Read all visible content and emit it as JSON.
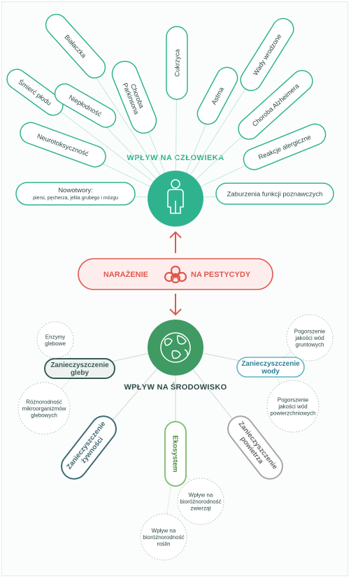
{
  "human": {
    "title": "WPŁYW NA CZŁOWIEKA",
    "effects": [
      {
        "id": "bialaczka",
        "lines": [
          "Białaczka"
        ]
      },
      {
        "id": "smierc-plodu",
        "lines": [
          "Śmierć płodu"
        ]
      },
      {
        "id": "nieplodnosc",
        "lines": [
          "Niepłodność"
        ]
      },
      {
        "id": "parkinson",
        "lines": [
          "Choroba",
          "Parkinsona"
        ]
      },
      {
        "id": "cukrzyca",
        "lines": [
          "Cukrzyca"
        ]
      },
      {
        "id": "astma",
        "lines": [
          "Astma"
        ]
      },
      {
        "id": "wady-wrodzone",
        "lines": [
          "Wady wrodzone"
        ]
      },
      {
        "id": "alzheimer",
        "lines": [
          "Choroba Alzheimera"
        ]
      },
      {
        "id": "neurotoksycznosc",
        "lines": [
          "Neurotoksyczność"
        ]
      },
      {
        "id": "reakcje-alergiczne",
        "lines": [
          "Reakcje alergiczne"
        ]
      },
      {
        "id": "zaburzenia-poznawcze",
        "lines": [
          "Zaburzenia funkcji poznawczych"
        ]
      },
      {
        "id": "nowotwory",
        "lines": [
          "Nowotwory:",
          "piersi, pęcherza, jelita grubego i mózgu"
        ]
      }
    ]
  },
  "center": {
    "left": "NARAŻENIE",
    "right": "NA PESTYCYDY"
  },
  "environment": {
    "title": "WPŁYW NA ŚRODOWISKO",
    "main": [
      {
        "id": "gleba",
        "lines": [
          "Zanieczyszczenie",
          "gleby"
        ]
      },
      {
        "id": "woda",
        "lines": [
          "Zanieczyszczenie",
          "wody"
        ]
      },
      {
        "id": "zywnosc",
        "lines": [
          "Zanieczyszczenie",
          "żywności"
        ]
      },
      {
        "id": "ekosystem",
        "lines": [
          "Ekosystem"
        ]
      },
      {
        "id": "powietrze",
        "lines": [
          "Zanieczyszczenie",
          "powietrza"
        ]
      }
    ],
    "sub": [
      {
        "id": "enzymy",
        "lines": [
          "Enzymy",
          "glebowe"
        ]
      },
      {
        "id": "mikroorganizmy",
        "lines": [
          "Różnorodność",
          "mikroorganizmów",
          "glebowych"
        ]
      },
      {
        "id": "wody-gruntowe",
        "lines": [
          "Pogorszenie",
          "jakości wód",
          "gruntowych"
        ]
      },
      {
        "id": "wody-powierzchniowe",
        "lines": [
          "Pogorszenie",
          "jakości wód",
          "powierzchniowych"
        ]
      },
      {
        "id": "zwierzeta",
        "lines": [
          "Wpływ na",
          "bioróżnorodność",
          "zwierząt"
        ]
      },
      {
        "id": "rosliny",
        "lines": [
          "Wpływ na",
          "bioróżnorodność",
          "roślin"
        ]
      }
    ]
  },
  "colors": {
    "human_green": "#2fb38f",
    "human_fill": "#ffffff",
    "red": "#e0574e",
    "red_fill": "#fdeeed",
    "soil": "#3a5a54",
    "water": "#5fb3c5",
    "food": "#3e6a72",
    "eco": "#88c07a",
    "air": "#a6a6a6",
    "env_green": "#3f9a63",
    "text": "#2b4a46"
  },
  "icons": {
    "human": "person-icon",
    "center": "biohazard-icon",
    "environment": "globe-icon"
  }
}
